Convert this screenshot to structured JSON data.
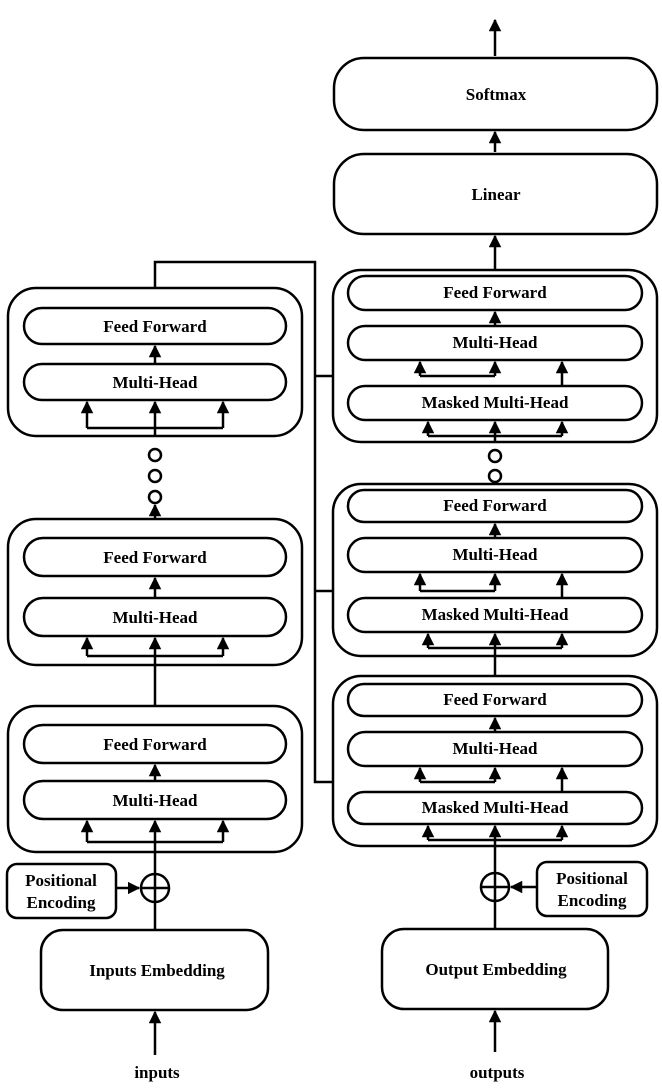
{
  "encoder": {
    "input_label": "inputs",
    "embedding_label": "Inputs Embedding",
    "positional_encoding_lines": [
      "Positional",
      "Encoding"
    ],
    "layers": [
      {
        "feed_forward": "Feed Forward",
        "attention": "Multi-Head"
      },
      {
        "feed_forward": "Feed Forward",
        "attention": "Multi-Head"
      },
      {
        "feed_forward": "Feed Forward",
        "attention": "Multi-Head"
      }
    ]
  },
  "decoder": {
    "output_label": "outputs",
    "embedding_label": "Output Embedding",
    "positional_encoding_lines": [
      "Positional",
      "Encoding"
    ],
    "layers": [
      {
        "feed_forward": "Feed Forward",
        "cross_attention": "Multi-Head",
        "masked_attention": "Masked Multi-Head"
      },
      {
        "feed_forward": "Feed Forward",
        "cross_attention": "Multi-Head",
        "masked_attention": "Masked Multi-Head"
      },
      {
        "feed_forward": "Feed Forward",
        "cross_attention": "Multi-Head",
        "masked_attention": "Masked Multi-Head"
      }
    ],
    "linear_label": "Linear",
    "softmax_label": "Softmax"
  }
}
